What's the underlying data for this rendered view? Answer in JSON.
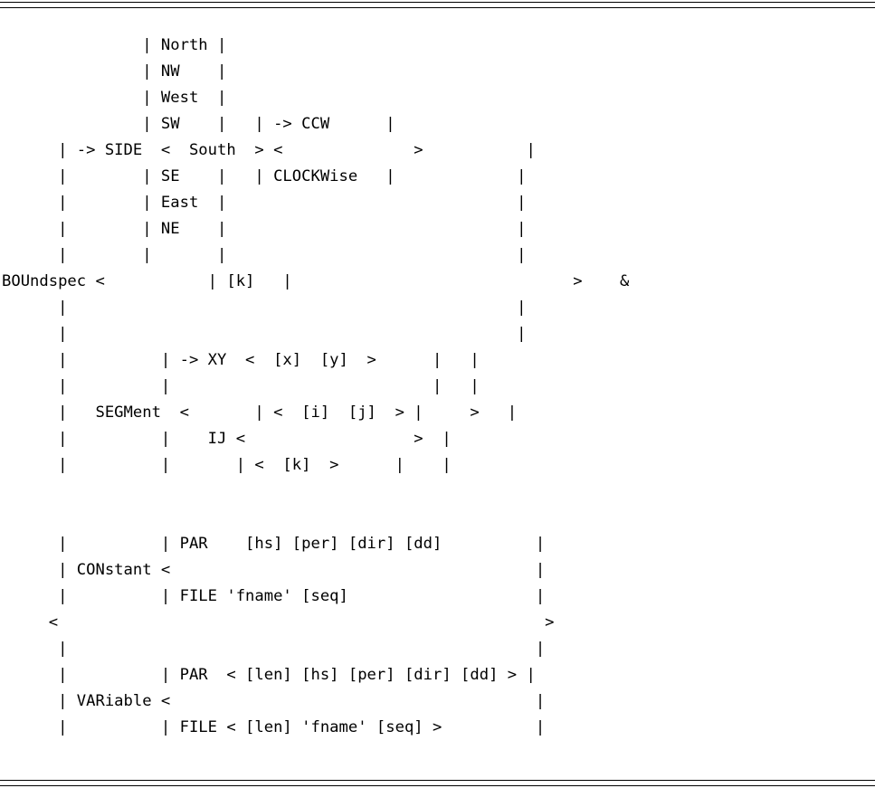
{
  "syntax_block": {
    "lines": [
      "               | North |",
      "               | NW    |",
      "               | West  |",
      "               | SW    |   | -> CCW      |",
      "      | -> SIDE  <  South  > <              >           |",
      "      |        | SE    |   | CLOCKWise   |             |",
      "      |        | East  |                               |",
      "      |        | NE    |                               |",
      "      |        |       |                               |",
      "BOUndspec <           | [k]   |                              >    &",
      "      |                                                |",
      "      |                                                |",
      "      |          | -> XY  <  [x]  [y]  >      |   |",
      "      |          |                            |   |",
      "      |   SEGMent  <       | <  [i]  [j]  > |     >   |",
      "      |          |    IJ <                  >  |",
      "      |          |       | <  [k]  >      |    |",
      "",
      "",
      "      |          | PAR    [hs] [per] [dir] [dd]          |",
      "      | CONstant <                                       |",
      "      |          | FILE 'fname' [seq]                    |",
      "     <                                                    >",
      "      |                                                  |",
      "      |          | PAR  < [len] [hs] [per] [dir] [dd] > |",
      "      | VARiable <                                       |",
      "      |          | FILE < [len] 'fname' [seq] >          |"
    ]
  }
}
